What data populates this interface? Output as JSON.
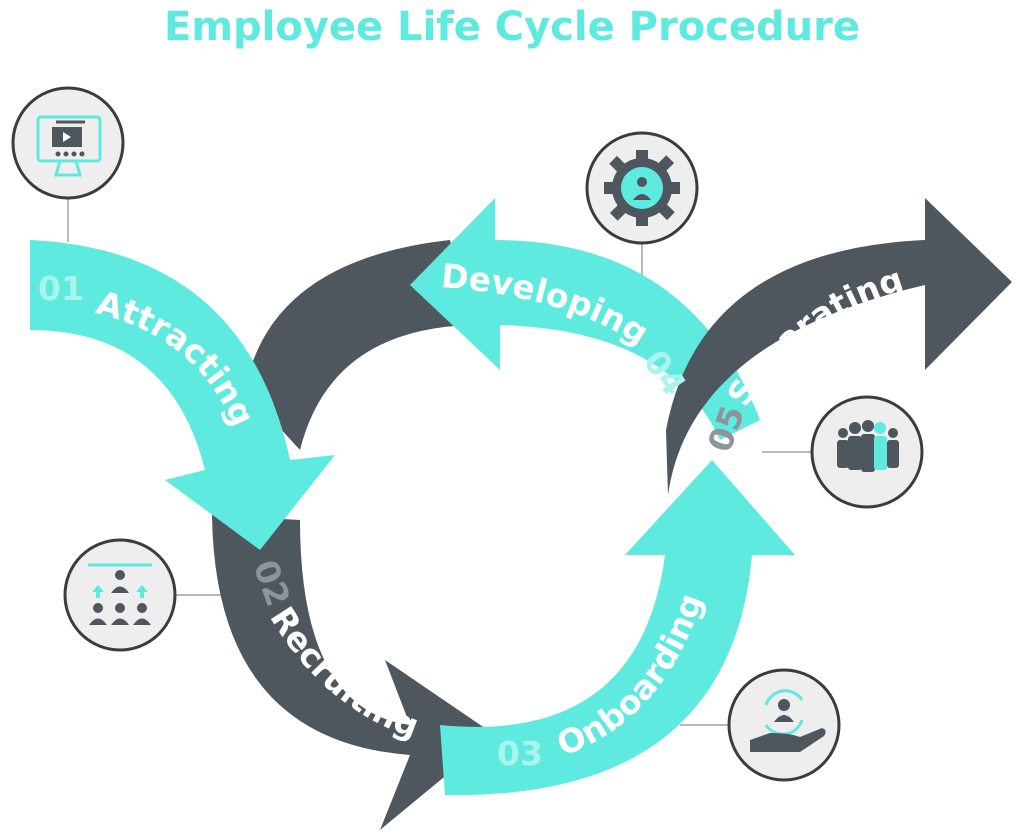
{
  "title": "Employee Life Cycle Procedure",
  "colors": {
    "teal": "#5eeadf",
    "dark": "#4e575e",
    "icon_bg": "#eeeeee",
    "icon_ring": "#3c3c3c",
    "connector": "#b9b9b9"
  },
  "stages": [
    {
      "number": "01",
      "label": "Attracting",
      "color": "teal",
      "icon": "monitor-video-icon"
    },
    {
      "number": "02",
      "label": "Recruiting",
      "color": "dark",
      "icon": "team-hierarchy-icon"
    },
    {
      "number": "03",
      "label": "Onboarding",
      "color": "teal",
      "icon": "hand-person-icon"
    },
    {
      "number": "04",
      "label": "Developing",
      "color": "teal",
      "icon": "gear-person-icon"
    },
    {
      "number": "05",
      "label": "Separating",
      "color": "dark",
      "icon": "people-group-icon"
    }
  ]
}
